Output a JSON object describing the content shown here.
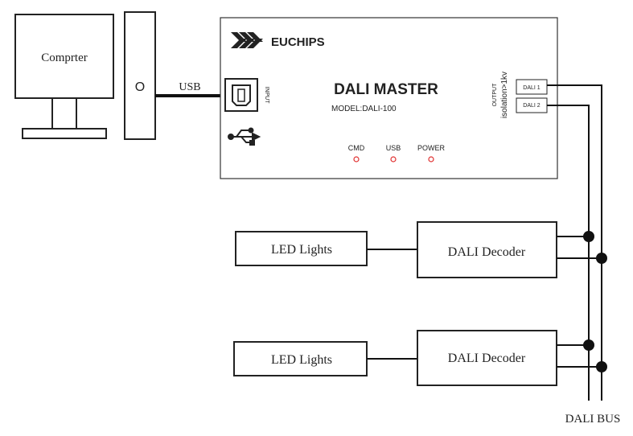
{
  "computer": {
    "label": "Comprter"
  },
  "usb_cable": {
    "label": "USB",
    "port_symbol": "O"
  },
  "master": {
    "brand": "EUCHIPS",
    "title": "DALI MASTER",
    "model": "MODEL:DALI-100",
    "input_label": "INPUT",
    "output_label": "OUTPUT",
    "isolation_label": "isolation>1kv",
    "ports": [
      "DALI 1",
      "DALI 2"
    ],
    "indicators": [
      {
        "label": "CMD",
        "color": "#e03030"
      },
      {
        "label": "USB",
        "color": "#e03030"
      },
      {
        "label": "POWER",
        "color": "#e03030"
      }
    ]
  },
  "nodes": [
    {
      "lights_label": "LED Lights",
      "decoder_label": "DALI Decoder"
    },
    {
      "lights_label": "LED Lights",
      "decoder_label": "DALI Decoder"
    }
  ],
  "bus": {
    "label": "DALI BUS"
  }
}
